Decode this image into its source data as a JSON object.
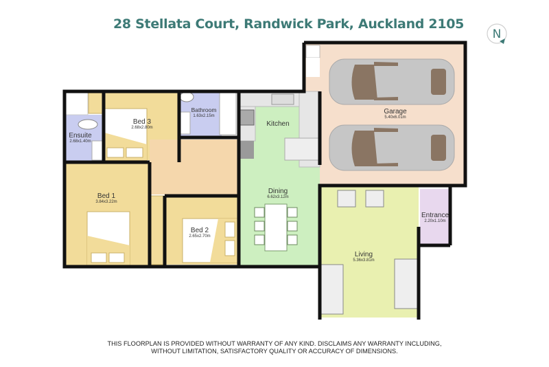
{
  "header": {
    "title": "28 Stellata Court, Randwick Park, Auckland 2105",
    "compass_label": "N"
  },
  "colors": {
    "title": "#3d7a76",
    "bedroom": "#f2dc9a",
    "wet_area": "#c9cdf0",
    "hall": "#f5d7ac",
    "kitchen_dining": "#cdefc0",
    "living": "#e9f0b0",
    "garage": "#f6dfcc",
    "entrance": "#e8d8ee",
    "wall": "#111111"
  },
  "rooms": [
    {
      "name": "Bed 3",
      "dims": "2.68x2.80m"
    },
    {
      "name": "Ensuite",
      "dims": "2.68x1.40m"
    },
    {
      "name": "Bathroom",
      "dims": "1.63x2.15m"
    },
    {
      "name": "Kitchen",
      "dims": ""
    },
    {
      "name": "Garage",
      "dims": "5.40x6.01m"
    },
    {
      "name": "Bed 1",
      "dims": "3.84x3.22m"
    },
    {
      "name": "Bed 2",
      "dims": "2.65x2.70m"
    },
    {
      "name": "Dining",
      "dims": "6.62x3.12m"
    },
    {
      "name": "Entrance",
      "dims": "2.20x1.10m"
    },
    {
      "name": "Living",
      "dims": "5.36x3.81m"
    }
  ],
  "footer": {
    "disclaimer_line1": "THIS FLOORPLAN IS PROVIDED WITHOUT WARRANTY OF ANY KIND. DISCLAIMS ANY WARRANTY INCLUDING,",
    "disclaimer_line2": "WITHOUT LIMITATION, SATISFACTORY QUALITY OR ACCURACY OF DIMENSIONS."
  }
}
